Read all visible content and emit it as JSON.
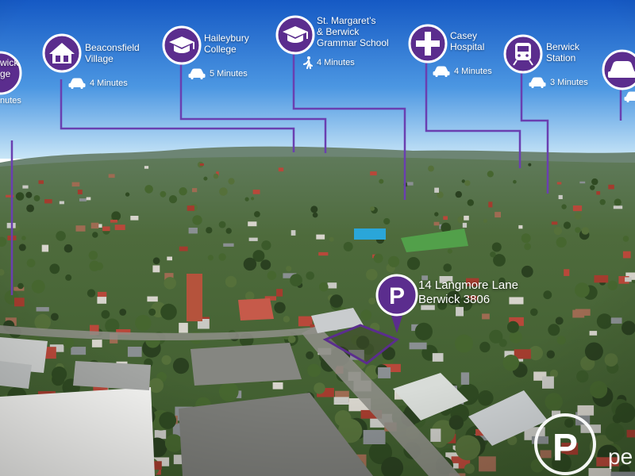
{
  "points_of_interest": [
    {
      "lines": [
        "wick",
        "ge"
      ],
      "time": "nutes",
      "mode": "car",
      "icon": "house-icon"
    },
    {
      "lines": [
        "Beaconsfield",
        "Village"
      ],
      "time": "4 Minutes",
      "mode": "car",
      "icon": "house-icon"
    },
    {
      "lines": [
        "Haileybury",
        "College"
      ],
      "time": "5 Minutes",
      "mode": "car",
      "icon": "graduation-cap-icon"
    },
    {
      "lines": [
        "St. Margaret’s",
        "& Berwick",
        "Grammar School"
      ],
      "time": "4 Minutes",
      "mode": "walk",
      "icon": "graduation-cap-icon"
    },
    {
      "lines": [
        "Casey",
        "Hospital"
      ],
      "time": "4 Minutes",
      "mode": "car",
      "icon": "medical-cross-icon"
    },
    {
      "lines": [
        "Berwick",
        "Station"
      ],
      "time": "3 Minutes",
      "mode": "car",
      "icon": "train-icon"
    },
    {
      "lines": [],
      "time": "",
      "mode": "car",
      "icon": "car-icon"
    }
  ],
  "property": {
    "address_line1": "14 Langmore Lane",
    "address_line2": "Berwick 3806",
    "marker_letter": "P"
  },
  "brand": {
    "text": "pe",
    "logo_letter": "P"
  },
  "colors": {
    "accent_purple": "#5b2d8e",
    "leader_line": "#6a3fb0",
    "sky_top": "#1f6fd0",
    "sky_horizon": "#bfe0f5"
  }
}
